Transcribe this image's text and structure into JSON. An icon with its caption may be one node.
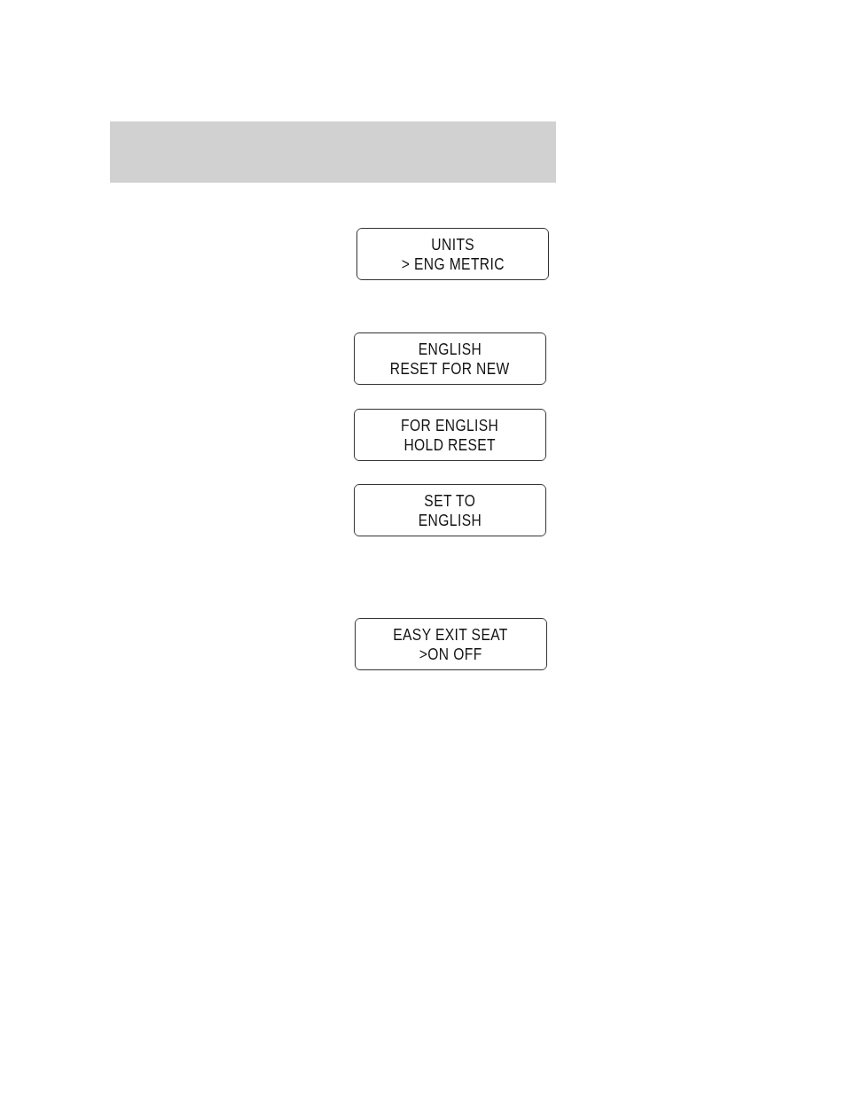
{
  "diagram": {
    "nodes": [
      {
        "text": [
          "UNITS",
          "> ENG METRIC"
        ]
      },
      {
        "text": [
          "ENGLISH",
          "RESET FOR NEW"
        ]
      },
      {
        "text": [
          "FOR ENGLISH",
          "HOLD RESET"
        ]
      },
      {
        "text": [
          "SET TO",
          "ENGLISH"
        ]
      },
      {
        "text": [
          "EASY EXIT SEAT",
          ">ON OFF"
        ]
      }
    ]
  }
}
